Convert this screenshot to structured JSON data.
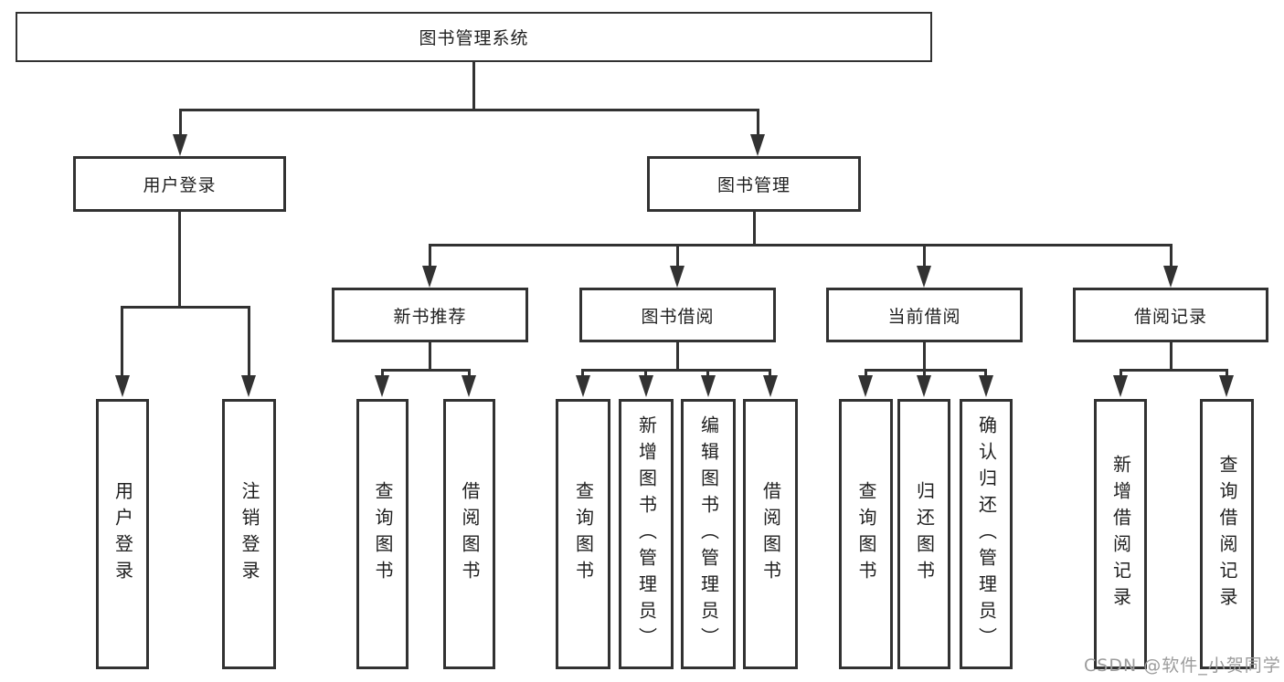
{
  "diagram": {
    "root": {
      "label": "图书管理系统"
    },
    "level2": [
      {
        "label": "用户登录"
      },
      {
        "label": "图书管理"
      }
    ],
    "level3": [
      {
        "label": "新书推荐"
      },
      {
        "label": "图书借阅"
      },
      {
        "label": "当前借阅"
      },
      {
        "label": "借阅记录"
      }
    ],
    "leaves": {
      "user": [
        "用户登录",
        "注销登录"
      ],
      "recommend": [
        "查询图书",
        "借阅图书"
      ],
      "borrow": [
        "查询图书",
        "新增图书（管理员）",
        "编辑图书（管理员）",
        "借阅图书"
      ],
      "current": [
        "查询图书",
        "归还图书",
        "确认归还（管理员）"
      ],
      "record": [
        "新增借阅记录",
        "查询借阅记录"
      ]
    }
  },
  "watermark": {
    "text": "CSDN @软件_小贺同学"
  },
  "colors": {
    "line": "#323232",
    "background": "#ffffff",
    "watermark": "#9c9c9c"
  }
}
